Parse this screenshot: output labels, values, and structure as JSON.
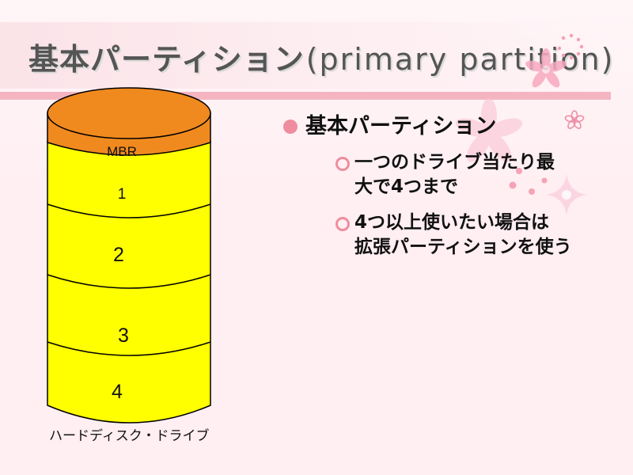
{
  "slide": {
    "title": "基本パーティション",
    "title_latin": "(primary   partition)"
  },
  "disk": {
    "caption": "ハードディスク・ドライブ",
    "segments": [
      {
        "label": "MBR",
        "color": "#f08a1e"
      },
      {
        "label": "1",
        "color": "#ffff00"
      },
      {
        "label": "2",
        "color": "#ffff00"
      },
      {
        "label": "3",
        "color": "#ffff00"
      },
      {
        "label": "4",
        "color": "#ffff00"
      }
    ]
  },
  "content": {
    "bullet": "基本パーティション",
    "subitems": [
      {
        "line1": "一つのドライブ当たり最",
        "line2": "大で4つまで"
      },
      {
        "line1": "4つ以上使いたい場合は",
        "line2": "拡張パーティションを使う"
      }
    ]
  },
  "colors": {
    "accent_pink": "#ef8d9e",
    "title_rule": "#f4b5c1",
    "mbr_orange": "#f08a1e",
    "partition_yellow": "#ffff00"
  }
}
